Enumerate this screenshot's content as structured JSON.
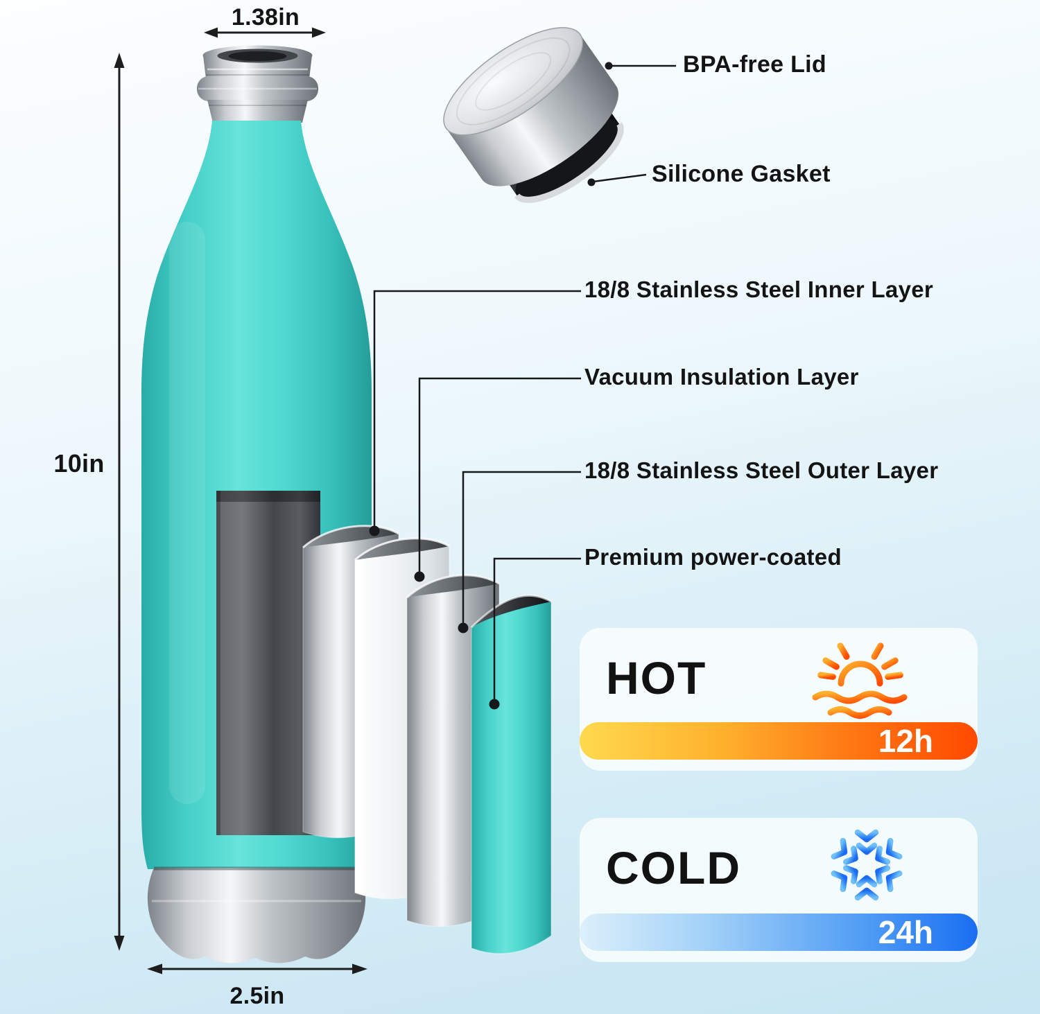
{
  "dimensions": {
    "top_width": "1.38in",
    "height": "10in",
    "base_width": "2.5in"
  },
  "lid_callouts": {
    "lid": "BPA-free Lid",
    "gasket": "Silicone Gasket"
  },
  "layer_callouts": [
    {
      "label": "18/8 Stainless Steel Inner Layer"
    },
    {
      "label": "Vacuum Insulation Layer"
    },
    {
      "label": "18/8 Stainless Steel Outer Layer"
    },
    {
      "label": "Premium power-coated"
    }
  ],
  "thermal": {
    "hot": {
      "title": "HOT",
      "duration": "12h",
      "icon": "sunrise-icon"
    },
    "cold": {
      "title": "COLD",
      "duration": "24h",
      "icon": "snowflake-icon"
    }
  },
  "colors": {
    "background_top": "#fcfeff",
    "background_bottom": "#c6e5f2",
    "bottle_teal": "#46d3cb",
    "steel_light": "#f6f7f8",
    "steel_dark": "#6c7177",
    "hot_bar_start": "#ffd94e",
    "hot_bar_end": "#ff4a00",
    "cold_bar_start": "#dceffb",
    "cold_bar_end": "#1a6ff2",
    "label_text": "#141414",
    "duration_text": "#ffffff"
  }
}
